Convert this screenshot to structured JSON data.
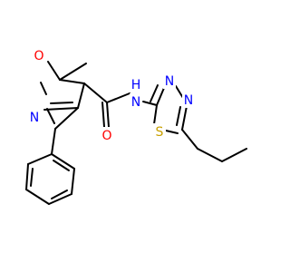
{
  "molecule": {
    "atoms": {
      "o_ring": {
        "label": "O",
        "color": "#ff0000"
      },
      "n_ring": {
        "label": "N",
        "color": "#0000ff"
      },
      "o_carbonyl": {
        "label": "O",
        "color": "#ff0000"
      },
      "n_amide": {
        "label": "N",
        "color": "#0000ff"
      },
      "h_amide": {
        "label": "H",
        "color": "#0000ff"
      },
      "n_thiadiazole_1": {
        "label": "N",
        "color": "#0000ff"
      },
      "n_thiadiazole_2": {
        "label": "N",
        "color": "#0000ff"
      },
      "s_thiadiazole": {
        "label": "S",
        "color": "#c8a000"
      }
    },
    "bond_color": "#000000"
  }
}
